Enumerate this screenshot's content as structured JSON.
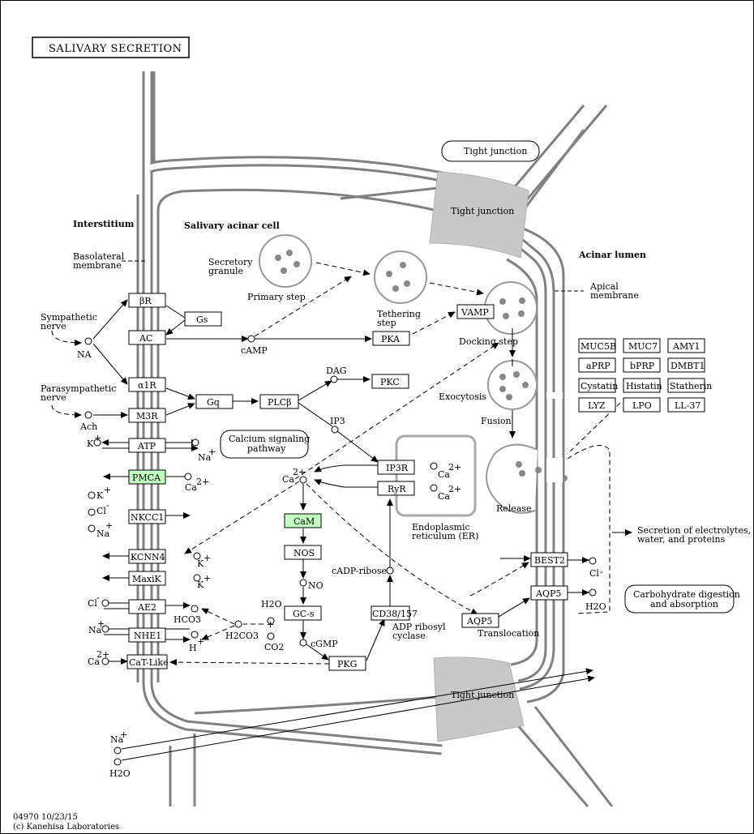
{
  "title": "SALIVARY SECRETION",
  "footer": {
    "map_id": "04970 10/23/15",
    "copyright": "(c) Kanehisa Laboratories"
  },
  "regions": {
    "interstitium": "Interstitium",
    "acinar_cell": "Salivary acinar cell",
    "lumen": "Acinar lumen",
    "basolateral": [
      "Basolateral",
      "membrane"
    ],
    "apical": [
      "Apical",
      "membrane"
    ]
  },
  "tight_junction": [
    "Tight junction",
    "Tight junction",
    "Tight junction"
  ],
  "gene_boxes": {
    "bR": "βR",
    "Gs": "Gs",
    "AC": "AC",
    "a1R": "α1R",
    "Gq": "Gq",
    "M3R": "M3R",
    "PLCb": "PLCβ",
    "PKA": "PKA",
    "PKC": "PKC",
    "VAMP": "VAMP",
    "ATP": "ATP",
    "PMCA": "PMCA",
    "NKCC1": "NKCC1",
    "KCNN4": "KCNN4",
    "MaxiK": "MaxiK",
    "AE2": "AE2",
    "NHE1": "NHE1",
    "CaTLike": "CaT-Like",
    "IP3R": "IP3R",
    "RyR": "RyR",
    "CaM": "CaM",
    "NOS": "NOS",
    "GCs": "GC-s",
    "PKG": "PKG",
    "CD38": "CD38/157",
    "BEST2": "BEST2",
    "AQP5a": "AQP5",
    "AQP5b": "AQP5",
    "MUC5B": "MUC5B",
    "MUC7": "MUC7",
    "AMY1": "AMY1",
    "aPRP": "aPRP",
    "bPRP": "bPRP",
    "DMBT1": "DMBT1",
    "Cystatin": "Cystatin",
    "Histatin": "Histatin",
    "Statherin": "Statherin",
    "LYZ": "LYZ",
    "LPO": "LPO",
    "LL37": "LL-37"
  },
  "pathways": {
    "calcium": [
      "Calcium signaling",
      "pathway"
    ],
    "secretion": [
      "Secretion of electrolytes,",
      "water, and proteins"
    ],
    "carbo": [
      "Carbohydrate digestion",
      "and absorption"
    ]
  },
  "labels": {
    "sympathetic": [
      "Sympathetic",
      "nerve"
    ],
    "NA": "NA",
    "parasympathetic": [
      "Parasympathetic",
      "nerve"
    ],
    "Ach": "Ach",
    "cAMP": "cAMP",
    "DAG": "DAG",
    "IP3": "IP3",
    "secretory_granule": [
      "Secretory",
      "granule"
    ],
    "primary_step": "Primary step",
    "tethering_step": [
      "Tethering",
      "step"
    ],
    "docking_step": "Docking step",
    "exocytosis": "Exocytosis",
    "fusion": "Fusion",
    "release": "Release",
    "er": [
      "Endoplasmic",
      "reticulum (ER)"
    ],
    "cADPribose": "cADP-ribose",
    "adp_cyclase": [
      "ADP ribosyl",
      "cyclase"
    ],
    "NO": "NO",
    "cGMP": "cGMP",
    "H2O": "H2O",
    "CO2": "CO2",
    "H2CO3": "H2CO3",
    "HCO3": "HCO3",
    "plus": "+",
    "translocation": "Translocation",
    "K": "K",
    "Na": "Na",
    "Cl": "Cl",
    "H": "H",
    "Ca": "Ca",
    "sup_plus": "+",
    "sup_minus": "-",
    "sup_2plus": "2+",
    "sub_minus": "-"
  },
  "colors": {
    "highlight": "#bfffbf",
    "membrane": "#808080",
    "junction": "#c8c8c8"
  }
}
